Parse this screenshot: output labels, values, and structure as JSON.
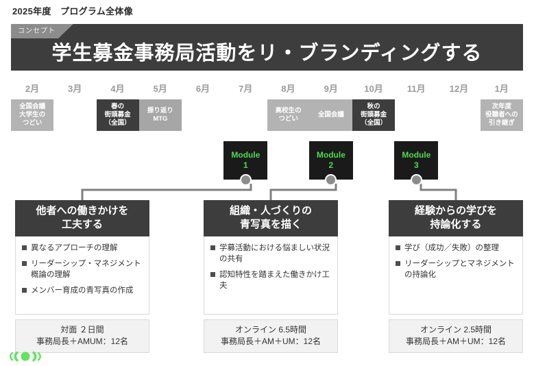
{
  "page": {
    "title": "2025年度　プログラム全体像"
  },
  "concept": {
    "tab_label": "コンセプト",
    "headline": "学生募金事務局活動をリ・ブランディングする"
  },
  "timeline": {
    "months": [
      "2月",
      "3月",
      "4月",
      "5月",
      "6月",
      "7月",
      "8月",
      "9月",
      "10月",
      "11月",
      "12月",
      "1月"
    ],
    "events": [
      {
        "month_index": 0,
        "label": "全国会議\n大学生の\nつどい",
        "style": "light"
      },
      {
        "month_index": 2,
        "label": "春の\n街頭募金\n（全国）",
        "style": "dark"
      },
      {
        "month_index": 3,
        "label": "振り返り\nMTG",
        "style": "medium"
      },
      {
        "month_index": 6,
        "label": "高校生の\nつどい",
        "style": "light"
      },
      {
        "month_index": 7,
        "label": "全国会議",
        "style": "light"
      },
      {
        "month_index": 8,
        "label": "秋の\n街頭募金\n（全国）",
        "style": "dark"
      },
      {
        "month_index": 11,
        "label": "次年度\n役職者への\n引き継ぎ",
        "style": "light"
      }
    ],
    "modules": [
      {
        "label": "Module\n1",
        "month_index": 5
      },
      {
        "label": "Module\n2",
        "month_index": 7
      },
      {
        "label": "Module\n3",
        "month_index": 9
      }
    ]
  },
  "panels": [
    {
      "title": "他者への働きかけを\n工夫する",
      "bullets": [
        "異なるアプローチの理解",
        "リーダーシップ・マネジメント概論の理解",
        "メンバー育成の青写真の作成"
      ],
      "footer": "対面 ２日間\n事務局長＋AMUM：12名"
    },
    {
      "title": "組織・人づくりの\n青写真を描く",
      "bullets": [
        "学募活動における悩ましい状況の共有",
        "認知特性を踏まえた働きかけ工夫"
      ],
      "footer": "オンライン 6.5時間\n事務局長＋AM＋UM：12名"
    },
    {
      "title": "経験からの学びを\n持論化する",
      "bullets": [
        "学び（成功／失敗）の整理",
        "リーダーシップとマネジメントの持論化"
      ],
      "footer": "オンライン 2.5時間\n事務局長＋AM＋UM：12名"
    }
  ],
  "colors": {
    "banner_dark": "#3d3d3d",
    "tab_grey": "#8c8c8c",
    "module_black": "#1a1a1a",
    "module_green": "#4ddb4d",
    "chip_light": "#b3b3b3",
    "chip_dark": "#3d3d3d",
    "connector_grey": "#808080",
    "logo_green": "#5ce65c"
  },
  "footer_logo": {
    "name": "brand-logo-mark"
  }
}
